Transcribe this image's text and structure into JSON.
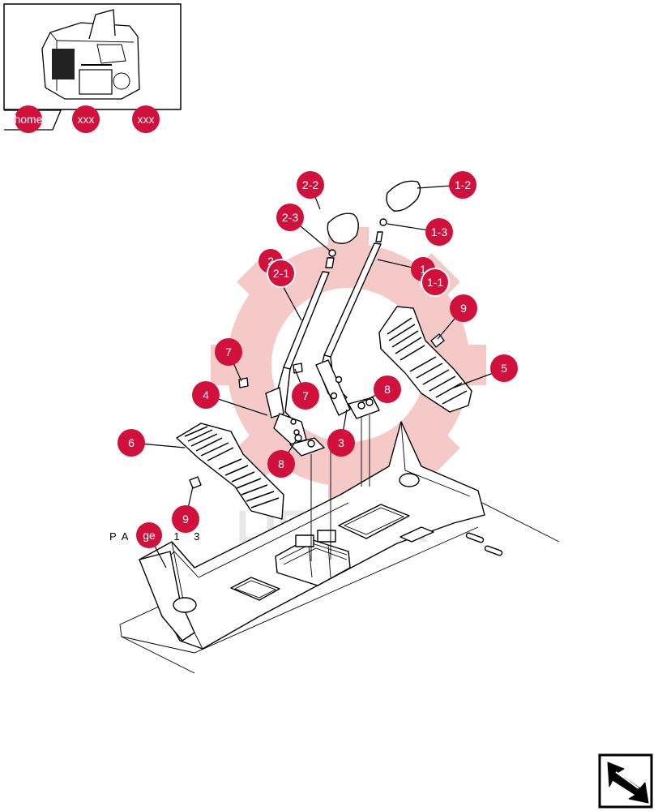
{
  "accent_color": "#d2103c",
  "nav": {
    "home_label": "home",
    "back_label": "xxx",
    "next_label": "xxx"
  },
  "watermark": {
    "text": "LIEBTEX",
    "color": "#f7c8c8"
  },
  "page_reference": {
    "text": "PA   ge   1 3"
  },
  "callouts": [
    {
      "id": "c-2-2",
      "label": "2-2"
    },
    {
      "id": "c-2-3",
      "label": "2-3"
    },
    {
      "id": "c-2",
      "label": "2"
    },
    {
      "id": "c-2-1",
      "label": "2-1"
    },
    {
      "id": "c-1-2",
      "label": "1-2"
    },
    {
      "id": "c-1-3",
      "label": "1-3"
    },
    {
      "id": "c-1",
      "label": "1"
    },
    {
      "id": "c-1-1",
      "label": "1-1"
    },
    {
      "id": "c-9a",
      "label": "9"
    },
    {
      "id": "c-5",
      "label": "5"
    },
    {
      "id": "c-7a",
      "label": "7"
    },
    {
      "id": "c-7b",
      "label": "7"
    },
    {
      "id": "c-4",
      "label": "4"
    },
    {
      "id": "c-8a",
      "label": "8"
    },
    {
      "id": "c-3",
      "label": "3"
    },
    {
      "id": "c-6",
      "label": "6"
    },
    {
      "id": "c-8b",
      "label": "8"
    },
    {
      "id": "c-9b",
      "label": "9"
    },
    {
      "id": "c-page",
      "label": "ge"
    }
  ],
  "icons": {
    "return": "return-arrow-icon",
    "thumbnail": "machine-thumbnail-icon"
  }
}
